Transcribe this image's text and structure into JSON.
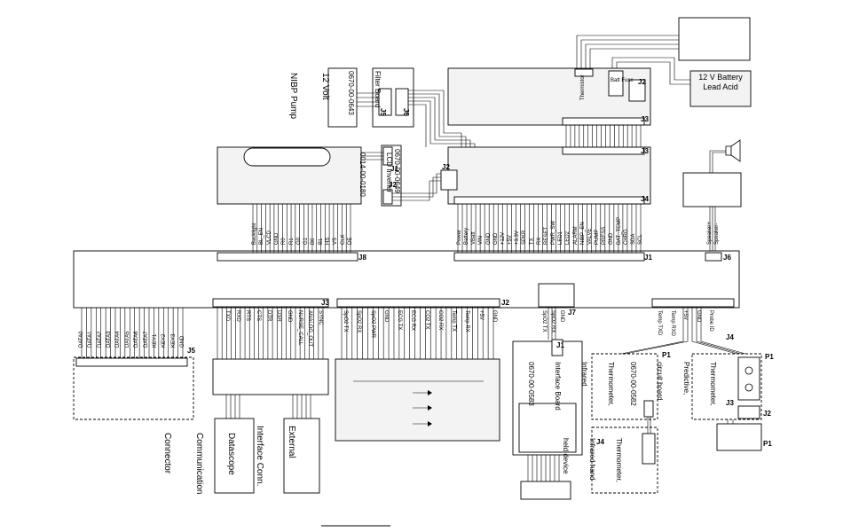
{
  "battery": {
    "line1": "12 V Battery",
    "line2": "Lead Acid"
  },
  "nibp_pump": {
    "line1": "12 Volt",
    "line2": "NIBP Pump"
  },
  "filter_board": {
    "line1": "Filter Board",
    "line2": "0670-00-0643",
    "j6": "J6",
    "j5": "J5"
  },
  "lcd_inverter": {
    "line1": "LCD Inverter",
    "line2": "0014-00-0180",
    "part": "0670-00-0649",
    "j1": "J1",
    "j2": "J2"
  },
  "power_board": {
    "thermistor": "Thermistor",
    "batt_fuse": "Batt Fuse",
    "j2": "J2",
    "j3": "J3"
  },
  "connectors": {
    "j1": "J1",
    "j2": "J2",
    "j3": "J3",
    "j4": "J4",
    "j5": "J5",
    "j6": "J6",
    "j7": "J7",
    "j8": "J8",
    "j2b": "J2"
  },
  "thermo_board": {
    "title1": "Thermometer,",
    "title2": "Infrared",
    "title3": "Interface Board",
    "part": "0670-00-0583",
    "p1": "P1"
  },
  "predictive_board": {
    "title1": "Thermometer,",
    "title2": "Predictive,",
    "title3": "circuit board",
    "part": "0670-00-0582",
    "j3": "J3",
    "j2": "J2",
    "p1": "P1"
  },
  "ir_device": {
    "title1": "Thermometer,",
    "title2": "Infrared hand",
    "title3": "held device",
    "j4": "J4"
  },
  "datascope_conn": {
    "line1": "Datascope",
    "line2": "Communication",
    "line3": "Connector"
  },
  "external_conn": {
    "line1": "External",
    "line2": "Interface Conn."
  },
  "pin_labels": {
    "j1_header": [
      "Power",
      "Battery",
      "VBatt",
      "VIN",
      "GND",
      "GND",
      "+12V",
      "+5V",
      "+3.3V",
      "SPKR",
      "TX",
      "RX",
      "RESET",
      "PWR_SW",
      "LED1",
      "LED2",
      "ALARM",
      "NIBP_EN",
      "VALVE",
      "PUMP",
      "PRESS",
      "GND",
      "BAT_TEMP",
      "CHRG",
      "SDA",
      "SCL"
    ],
    "j8_header": [
      "Backlight",
      "BL_EN",
      "VLCD",
      "GND",
      "R0",
      "R1",
      "G0",
      "G1",
      "B0",
      "B1",
      "HS",
      "VS",
      "CLK",
      "DE"
    ],
    "j3_header": [
      "TXD",
      "RXD",
      "RTS",
      "CTS",
      "DTR",
      "DSR",
      "GND",
      "NURSE_CALL",
      "ANALOG_OUT",
      "SYNC"
    ],
    "j2_header": [
      "SpO2 TX",
      "SpO2 RX",
      "SpO2 PWR",
      "GND",
      "ECG TX",
      "ECG RX",
      "CO2 TX",
      "CO2 RX",
      "Temp TX",
      "Temp RX",
      "+5V",
      "GND"
    ],
    "j4_header": [
      "Temp TXD",
      "Temp RXD",
      "+5V",
      "GND",
      "Probe ID"
    ],
    "j5_header": [
      "DATA0",
      "DATA1",
      "DATA2",
      "DATA3",
      "DATA4",
      "DATA5",
      "DATA6",
      "DATA7",
      "KEY1",
      "KEY2",
      "KEY3",
      "GND"
    ],
    "j6_header": [
      "Speaker+",
      "Speaker-"
    ],
    "j7_header": [
      "SpO2 TX",
      "SpO2 RX",
      "GND"
    ]
  }
}
